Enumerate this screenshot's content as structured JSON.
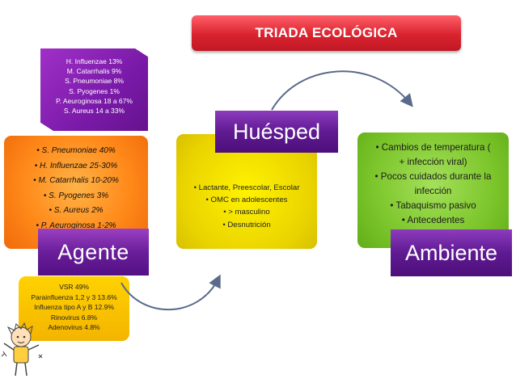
{
  "title": "TRIADA ECOLÓGICA",
  "agent_bacteria": [
    "H. Influenzae 13%",
    "M. Catarrhalis 9%",
    "S. Pneumoniae 8%",
    "S. Pyogenes 1%",
    "P. Aeuroginosa 18 a 67%",
    "S. Aureus 14 a 33%"
  ],
  "agent_box": [
    "• S. Pneumoniae 40%",
    "• H. Influenzae 25-30%",
    "• M. Catarrhalis 10-20%",
    "• S. Pyogenes 3%",
    "• S. Aureus 2%",
    "• P. Aeuroginosa 1-2%"
  ],
  "agent_label": "Agente",
  "agent_viruses": [
    "VSR 49%",
    "Parainfluenza 1,2 y 3 13.6%",
    "Influenza tipo A y B 12.9%",
    "Rinovirus 6.8%",
    "Adenovirus 4.8%"
  ],
  "host_label": "Huésped",
  "host_box": [
    "• Lactante, Preescolar, Escolar",
    "• OMC en adolescentes",
    "• > masculino",
    "• Desnutrición"
  ],
  "environment_label": "Ambiente",
  "environment_box": [
    "• Cambios de temperatura (",
    "+ infección viral)",
    "• Pocos cuidados durante la",
    "infección",
    "• Tabaquismo pasivo",
    "• Antecedentes"
  ],
  "colors": {
    "title": "#d9232f",
    "purple": "#6a1e9a",
    "orange": "#ff8a1a",
    "yellow": "#fff200",
    "amber": "#f4b400",
    "green": "#7dc62c"
  }
}
